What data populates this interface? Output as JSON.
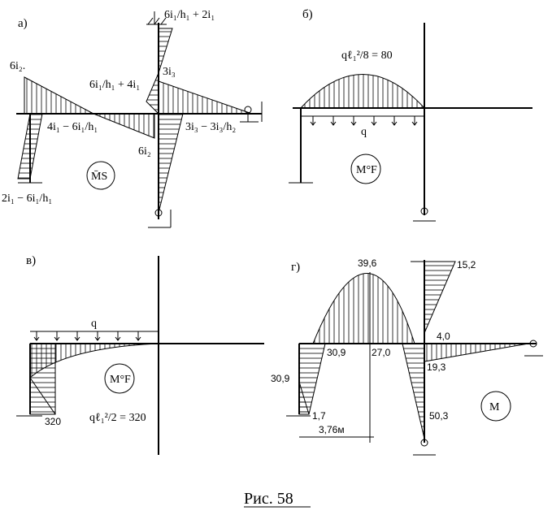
{
  "caption": "Рис. 58",
  "panels": {
    "a": {
      "label": "а)",
      "diagram_name": "M̄S",
      "labels": {
        "top_right": "6i₁/h₁ + 2i₁",
        "left_top": "6i₂.",
        "mid_top": "6i₁/h₁ + 4i₁",
        "right_3i3": "3i₃",
        "left_mid": "4i₁ − 6i₁/h₁",
        "right_mid": "3i₃ − 3i₃/h₂",
        "col_6i2": "6i₂",
        "bottom_left": "2i₁ − 6i₁/h₁"
      }
    },
    "b": {
      "label": "б)",
      "diagram_name": "M°F",
      "load_label": "q",
      "moment_label": "qℓ₁²/8 = 80"
    },
    "v": {
      "label": "в)",
      "diagram_name": "M°F",
      "load_label": "q",
      "moment_label": "qℓ₁²/2 = 320",
      "value_320": "320"
    },
    "g": {
      "label": "г)",
      "diagram_name": "M",
      "values": {
        "top_peak": "39,6",
        "top_right": "15,2",
        "joint_left": "30,9",
        "joint_left_in": "30,9",
        "mid": "27,0",
        "joint_right_up": "4,0",
        "joint_right_down": "19,3",
        "bottom_left": "1,7",
        "bottom_right": "50,3",
        "dim": "3,76м"
      }
    }
  }
}
